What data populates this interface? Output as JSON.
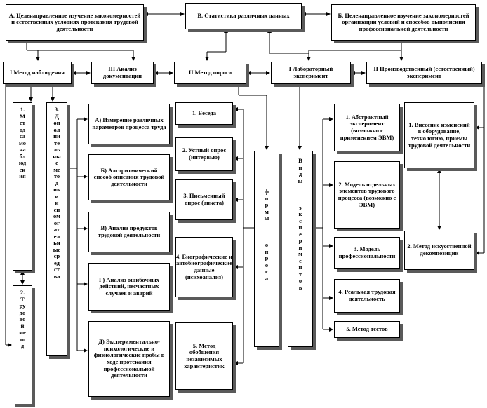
{
  "boxes": {
    "study_a": "А. Целенаправленное изучение закономерностей и естественных условиях протекания трудовой деятельности",
    "statistics": "В. Статистика различных данных",
    "study_b": "Б. Целенаправленное изучение закономерностей организации условий и способов выполнения профессиональной деятельности",
    "method_observation": "I Метод наблюдения",
    "analysis_docs": "III Анализ документации",
    "survey_method": "II Метод опроса",
    "lab_experiment": "I Лабораторный эксперимент",
    "field_experiment": "II Производственный (естественный) эксперимент",
    "self_observation": "1.\nМ\nет\nод\nса\nмо\nна\nбл\nюд\nен\nия",
    "labor_method": "2.\nТ\nру\nдо\nво\nй\nме\nто\nд",
    "auxiliary_means": "3.\nД\nоп\nол\nни\nте\nль\nны\nе\nме\nто\nд\nик\nи\nи\nсп\nом\nог\nат\nел\nьн\nые\nср\nед\nст\nва",
    "measure_params": "А) Измерение различных параметров процесса труда",
    "algorithmic": "Б) Алгоритмический способ описания трудовой деятельности",
    "product_analysis": "В) Анализ продуктов трудовой деятельности",
    "error_analysis": "Г) Анализ ошибочных действий, несчастных случаев и аварий",
    "exp_psych": "Д) Экспериментально-психологические и физиологические пробы в ходе протекания профессиональной деятельности",
    "conversation": "1. Беседа",
    "oral_survey": "2. Устный опрос (интервью)",
    "written_survey": "3. Письменный опрос (анкета)",
    "biographic": "4. Биографические и автобиографические данные (психоанализ)",
    "generalization": "5. Метод обобщения независимых характеристик",
    "survey_forms": "ф\nо\nр\nм\nы\n\n\n\nо\nп\nр\nо\nс\nа",
    "experiment_types": "В\nи\nд\nы\n\n\n\nэ\nк\nс\nп\nе\nр\nи\nм\nе\nн\nт\nо\nв",
    "abstract_exp": "1. Абстрактный эксперимент (возможно с применением ЭВМ)",
    "model_elements": "2. Модель отдельных элементов трудового процесса (возможно с ЭВМ)",
    "model_prof": "3. Модель профессиональности",
    "real_activity": "4. Реальная трудовая деятельность",
    "test_method": "5. Метод тестов",
    "changes": "1. Внесение изменений в оборудование, технологию, приемы трудовой деятельности",
    "artificial_decomp": "2. Метод искусственной декомпозиции"
  }
}
